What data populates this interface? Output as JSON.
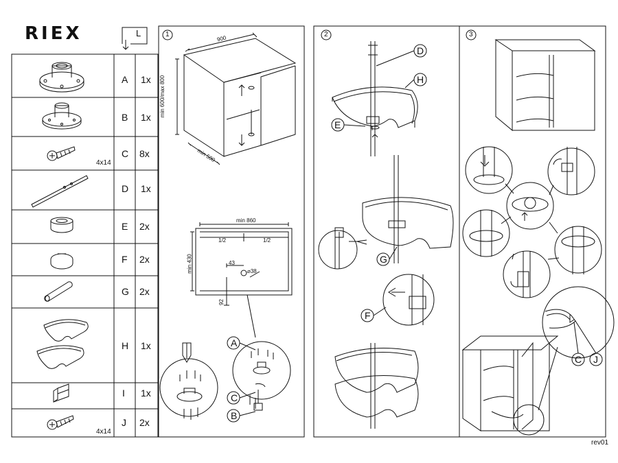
{
  "brand": {
    "logo": "RIEX",
    "orientation_letter": "L"
  },
  "parts": [
    {
      "letter": "A",
      "qty": "1x",
      "size": ""
    },
    {
      "letter": "B",
      "qty": "1x",
      "size": ""
    },
    {
      "letter": "C",
      "qty": "8x",
      "size": "4x14"
    },
    {
      "letter": "D",
      "qty": "1x",
      "size": ""
    },
    {
      "letter": "E",
      "qty": "2x",
      "size": ""
    },
    {
      "letter": "F",
      "qty": "2x",
      "size": ""
    },
    {
      "letter": "G",
      "qty": "2x",
      "size": ""
    },
    {
      "letter": "H",
      "qty": "1x",
      "size": ""
    },
    {
      "letter": "I",
      "qty": "1x",
      "size": ""
    },
    {
      "letter": "J",
      "qty": "2x",
      "size": "4x14"
    }
  ],
  "steps": [
    "1",
    "2",
    "3"
  ],
  "step1": {
    "dim_width": "900",
    "dim_height": "min 600/max 800",
    "dim_depth": "min 500",
    "dim_inner": "min 860",
    "half_left": "1/2",
    "half_right": "1/2",
    "dim_side": "min 430",
    "dim_43": "43",
    "dim_hole": "⌀38",
    "dim_92": "92",
    "callouts": [
      "A",
      "C",
      "B"
    ]
  },
  "step2": {
    "callouts": [
      "D",
      "H",
      "E",
      "G",
      "F"
    ]
  },
  "step3": {
    "callouts": [
      "C",
      "J"
    ]
  },
  "footer": {
    "revision": "rev01"
  }
}
